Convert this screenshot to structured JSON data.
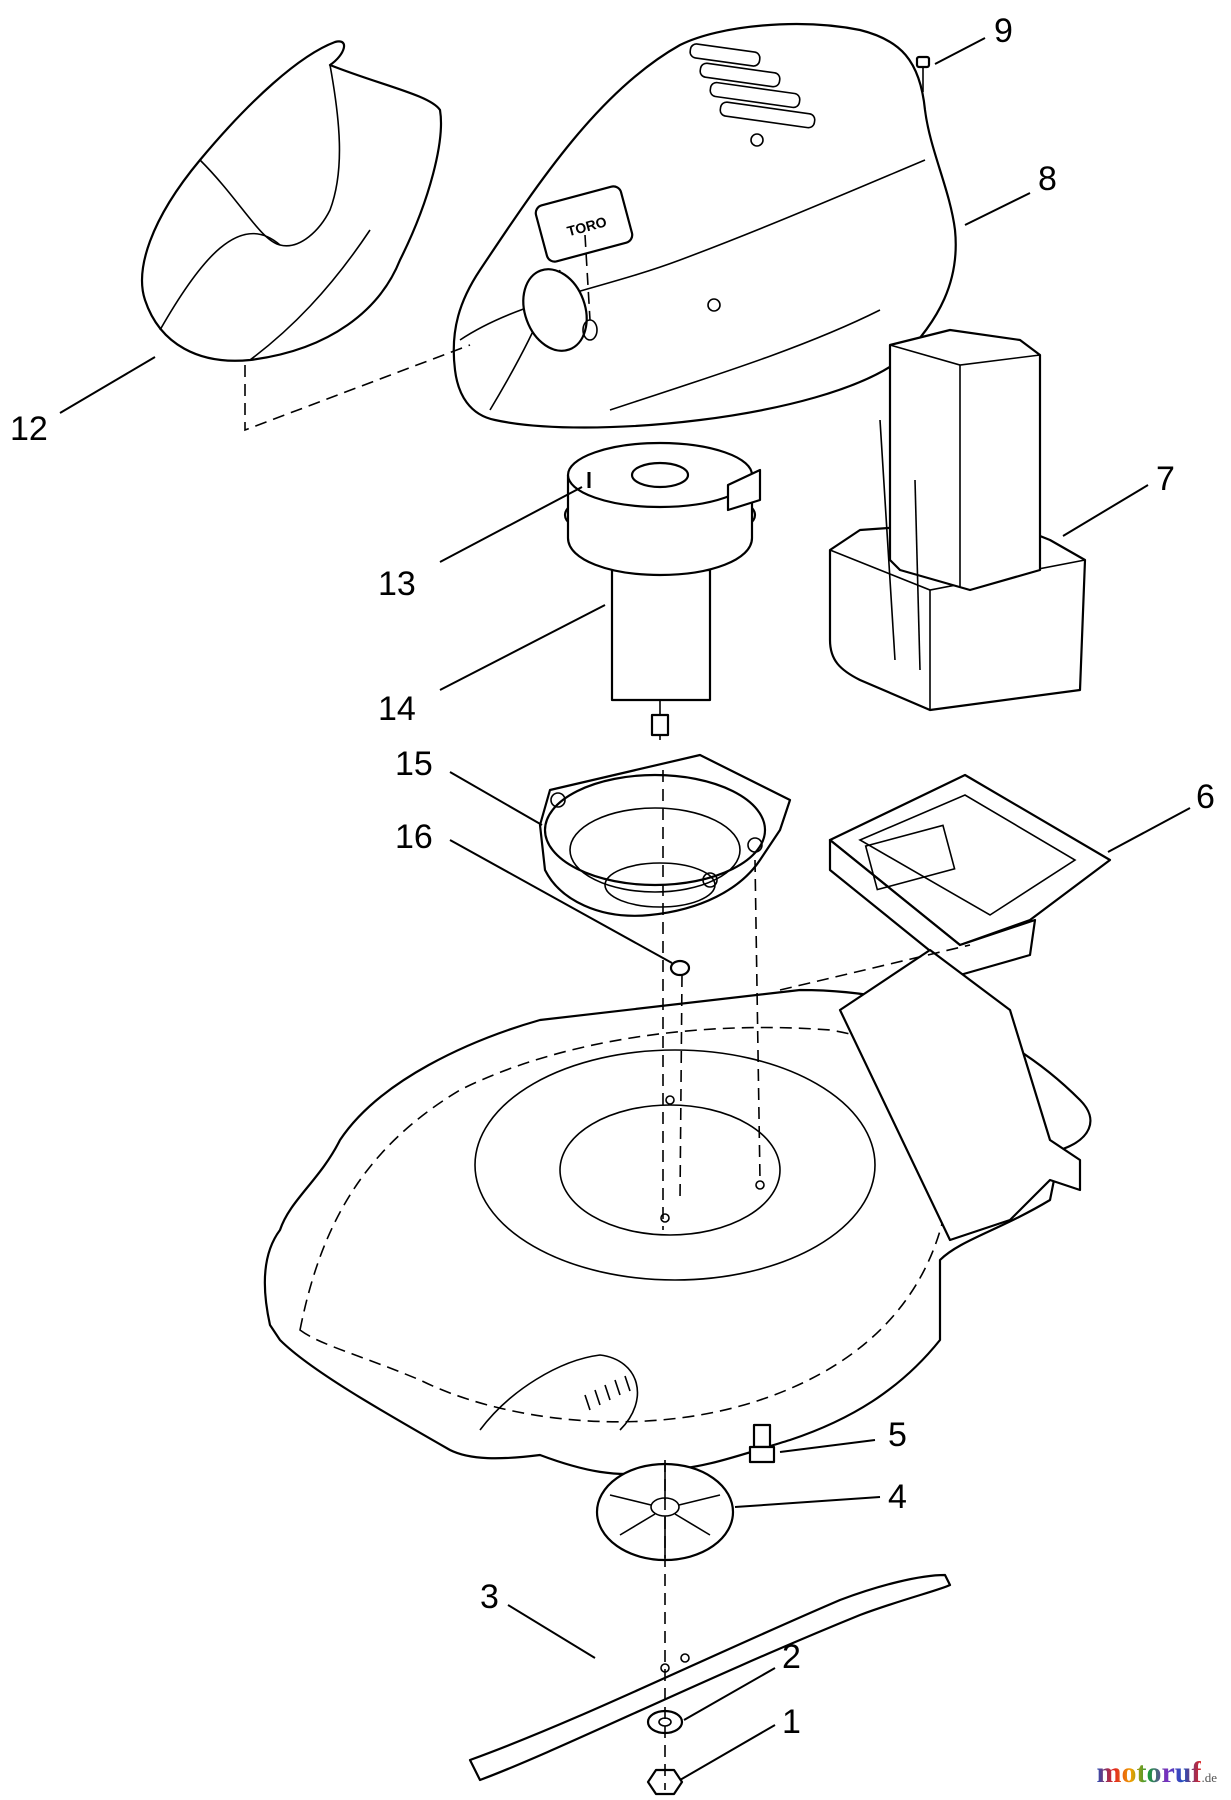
{
  "diagram": {
    "callouts": [
      {
        "label": "1"
      },
      {
        "label": "2"
      },
      {
        "label": "3"
      },
      {
        "label": "4"
      },
      {
        "label": "5"
      },
      {
        "label": "6"
      },
      {
        "label": "7"
      },
      {
        "label": "8"
      },
      {
        "label": "9"
      },
      {
        "label": "12"
      },
      {
        "label": "13"
      },
      {
        "label": "14"
      },
      {
        "label": "15"
      },
      {
        "label": "16"
      }
    ],
    "logo_text": "TORO",
    "watermark": {
      "main": "motoruf",
      "suffix": ".de",
      "colors": [
        "#1f4fbf",
        "#e02020",
        "#f0a000",
        "#1a9a3a",
        "#7a2fbf",
        "#1f4fbf",
        "#e02020"
      ]
    }
  }
}
